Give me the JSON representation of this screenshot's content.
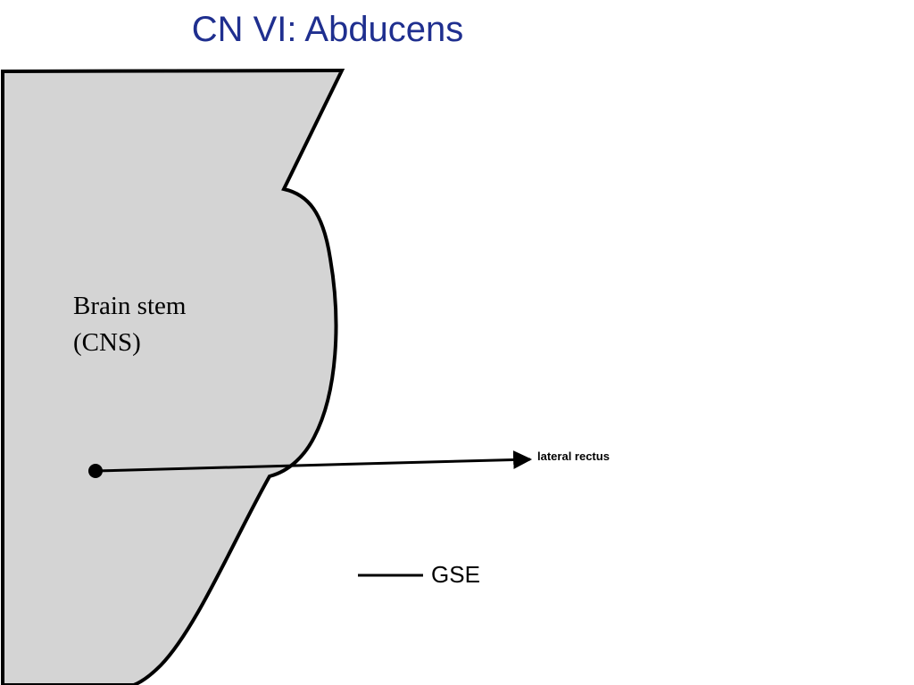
{
  "title": "CN VI: Abducens",
  "brainstem": {
    "label_line1": "Brain stem",
    "label_line2": "(CNS)"
  },
  "nerve": {
    "target_label": "lateral rectus"
  },
  "legend": {
    "label": "GSE"
  },
  "colors": {
    "title": "#1f2f8f",
    "brainstem_fill": "#d4d4d4",
    "outline": "#000000",
    "text": "#000000"
  }
}
